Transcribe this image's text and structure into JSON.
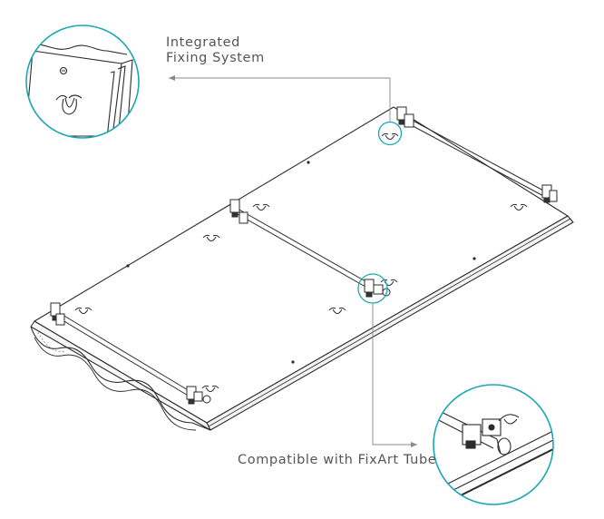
{
  "callouts": {
    "integrated_fixing": {
      "line1": "Integrated",
      "line2": "Fixing System"
    },
    "fixart": "Compatible with FixArt Tube"
  },
  "colors": {
    "line": "#2b2b2b",
    "accent_teal": "#1aa7b3",
    "callout_line": "#888888",
    "text": "#555555"
  },
  "icons": [
    "detail-magnifier-circle",
    "hanging-hook",
    "mounting-clip",
    "tube-rail"
  ]
}
